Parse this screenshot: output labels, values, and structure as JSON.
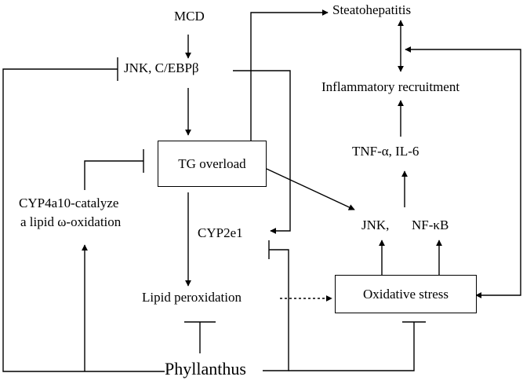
{
  "nodes": {
    "mcd": "MCD",
    "jnk_cebp": "JNK, C/EBPβ",
    "tg_overload": "TG overload",
    "cyp4a10_line1": "CYP4a10-catalyze",
    "cyp4a10_line2": "a lipid ω-oxidation",
    "cyp2e1": "CYP2e1",
    "lipid_peroxidation": "Lipid peroxidation",
    "oxidative_stress": "Oxidative stress",
    "jnk": "JNK,",
    "nfkb": "NF-κB",
    "tnf_il6": "TNF-α, IL-6",
    "inflammatory_recruitment": "Inflammatory recruitment",
    "steatohepatitis": "Steatohepatitis",
    "phyllanthus": "Phyllanthus"
  },
  "edges": [
    {
      "from": "MCD",
      "to": "JNK, C/EBPβ",
      "type": "activates"
    },
    {
      "from": "JNK, C/EBPβ",
      "to": "TG overload",
      "type": "activates"
    },
    {
      "from": "JNK, C/EBPβ",
      "to": "CYP2e1",
      "type": "activates"
    },
    {
      "from": "TG overload",
      "to": "Steatohepatitis",
      "type": "activates"
    },
    {
      "from": "TG overload",
      "to": "JNK",
      "type": "activates"
    },
    {
      "from": "TG overload",
      "to": "Lipid peroxidation",
      "type": "activates"
    },
    {
      "from": "CYP4a10-catalyze a lipid ω-oxidation",
      "to": "TG overload",
      "type": "inhibits"
    },
    {
      "from": "Lipid peroxidation",
      "to": "Oxidative stress",
      "type": "dashed-activates"
    },
    {
      "from": "Oxidative stress",
      "to": "JNK",
      "type": "activates"
    },
    {
      "from": "Oxidative stress",
      "to": "NF-κB",
      "type": "activates"
    },
    {
      "from": "Oxidative stress",
      "to": "Steatohepatitis",
      "type": "bidirectional"
    },
    {
      "from": "NF-κB",
      "to": "TNF-α, IL-6",
      "type": "activates"
    },
    {
      "from": "TNF-α, IL-6",
      "to": "Inflammatory recruitment",
      "type": "activates"
    },
    {
      "from": "Inflammatory recruitment",
      "to": "Steatohepatitis",
      "type": "bidirectional"
    },
    {
      "from": "Phyllanthus",
      "to": "JNK, C/EBPβ",
      "type": "inhibits"
    },
    {
      "from": "Phyllanthus",
      "to": "CYP4a10-catalyze a lipid ω-oxidation",
      "type": "activates"
    },
    {
      "from": "Phyllanthus",
      "to": "Lipid peroxidation",
      "type": "inhibits"
    },
    {
      "from": "Phyllanthus",
      "to": "CYP2e1",
      "type": "inhibits"
    },
    {
      "from": "Phyllanthus",
      "to": "Oxidative stress",
      "type": "inhibits"
    }
  ]
}
